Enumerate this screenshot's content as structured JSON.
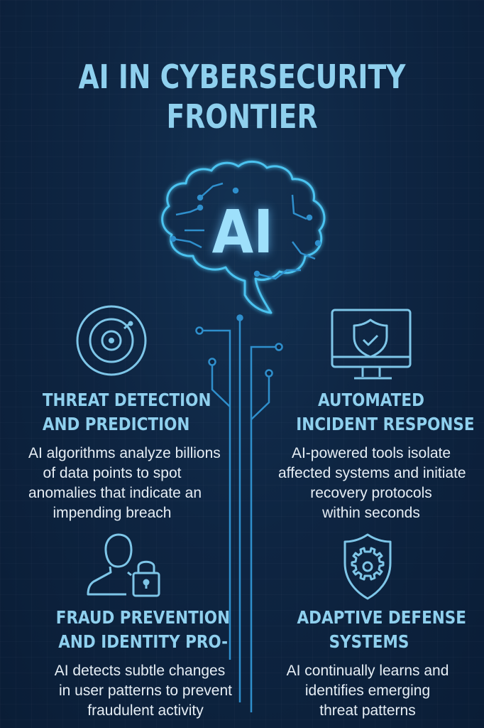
{
  "title": {
    "line1": "AI IN CYBERSECURITY",
    "line2": "FRONTIER"
  },
  "brain": {
    "label": "AI"
  },
  "colors": {
    "background": "#0d2440",
    "heading": "#8fd0ee",
    "accent_line": "#3a9ad6",
    "body_text": "#e6eef5"
  },
  "sections": [
    {
      "icon": "target-icon",
      "heading_line1": "THREAT DETECTION",
      "heading_line2": "AND PREDICTION",
      "desc_lines": [
        "AI algorithms analyze billions",
        "of data points to spot",
        "anomalies that indicate an",
        "impending breach"
      ]
    },
    {
      "icon": "monitor-shield-check-icon",
      "heading_line1": "AUTOMATED",
      "heading_line2": "INCIDENT RESPONSE",
      "desc_lines": [
        "AI-powered tools isolate",
        "affected systems and initiate",
        "recovery protocols",
        "within seconds"
      ]
    },
    {
      "icon": "user-lock-icon",
      "heading_line1": "FRAUD PREVENTION",
      "heading_line2": "AND IDENTITY PRO-",
      "desc_lines": [
        "AI detects subtle changes",
        "in user patterns to prevent",
        "fraudulent activity"
      ]
    },
    {
      "icon": "shield-gear-icon",
      "heading_line1": "ADAPTIVE DEFENSE",
      "heading_line2": "SYSTEMS",
      "desc_lines": [
        "AI continually learns and",
        "identifies emerging",
        "threat patterns"
      ]
    }
  ]
}
